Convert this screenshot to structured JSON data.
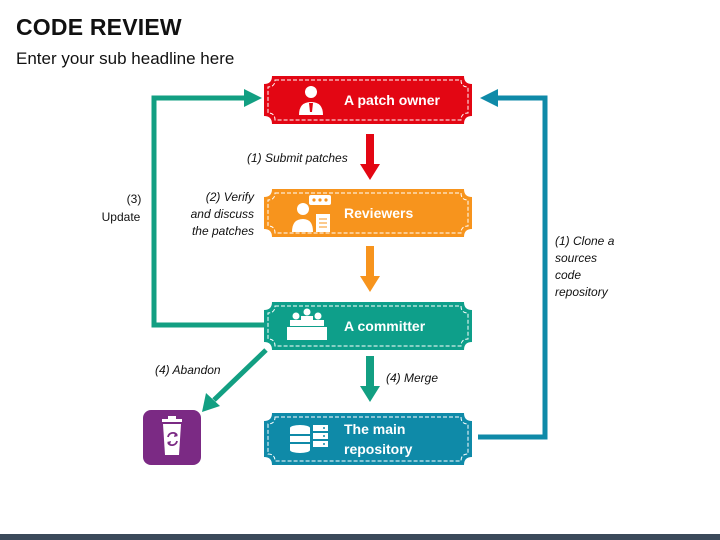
{
  "header": {
    "title": "CODE REVIEW",
    "subtitle": "Enter your sub headline here"
  },
  "colors": {
    "patch_owner": "#e30613",
    "reviewers": "#f7941d",
    "committer": "#0e9f8a",
    "repository": "#0f8aa8",
    "trash": "#7b2a84",
    "update_arrow": "#129f82",
    "clone_arrow": "#0f8aa8"
  },
  "nodes": {
    "patch_owner": {
      "label": "A patch owner",
      "icon": "person-icon"
    },
    "reviewers": {
      "label": "Reviewers",
      "icon": "reviewer-icon"
    },
    "committer": {
      "label": "A committer",
      "icon": "committee-icon"
    },
    "repository": {
      "label_line1": "The main",
      "label_line2": "repository",
      "icon": "database-server-icon"
    },
    "trash": {
      "icon": "recycle-bin-icon"
    }
  },
  "edges": {
    "submit": "(1) Submit patches",
    "verify_line1": "(2) Verify",
    "verify_line2": "and discuss",
    "verify_line3": "the patches",
    "update_line1": "(3)",
    "update_line2": "Update",
    "abandon": "(4) Abandon",
    "merge": "(4) Merge",
    "clone_line1": "(1) Clone a",
    "clone_line2": "sources",
    "clone_line3": "code",
    "clone_line4": "repository"
  }
}
